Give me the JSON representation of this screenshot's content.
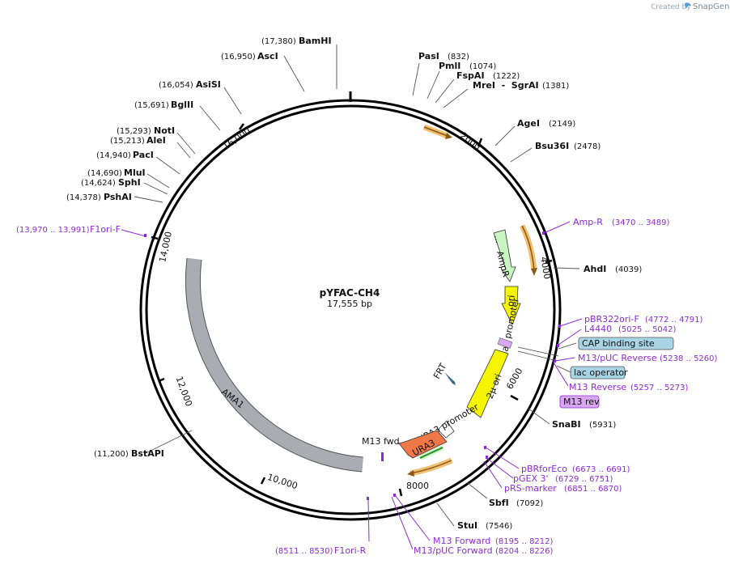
{
  "app": {
    "credit_prefix": "Created by",
    "credit_brand": "SnapGene"
  },
  "plasmid": {
    "name": "pYFAC-CH4",
    "length_label": "17,555 bp",
    "length": 17555
  },
  "ticks": [
    "2000",
    "4000",
    "6000",
    "8000",
    "10,000",
    "12,000",
    "14,000",
    "16,000"
  ],
  "enzymes": [
    {
      "name": "BamHI",
      "pos": "(17,380)"
    },
    {
      "name": "AscI",
      "pos": "(16,950)"
    },
    {
      "name": "AsiSI",
      "pos": "(16,054)"
    },
    {
      "name": "BglII",
      "pos": "(15,691)"
    },
    {
      "name": "NotI",
      "pos": "(15,293)"
    },
    {
      "name": "AleI",
      "pos": "(15,213)"
    },
    {
      "name": "PacI",
      "pos": "(14,940)"
    },
    {
      "name": "MluI",
      "pos": "(14,690)"
    },
    {
      "name": "SphI",
      "pos": "(14,624)"
    },
    {
      "name": "PshAI",
      "pos": "(14,378)"
    },
    {
      "name": "PasI",
      "pos": "(832)"
    },
    {
      "name": "PmlI",
      "pos": "(1074)"
    },
    {
      "name": "FspAI",
      "pos": "(1222)"
    },
    {
      "name": "MreI  -  SgrAI",
      "pos": "(1381)"
    },
    {
      "name": "AgeI",
      "pos": "(2149)"
    },
    {
      "name": "Bsu36I",
      "pos": "(2478)"
    },
    {
      "name": "AhdI",
      "pos": "(4039)"
    },
    {
      "name": "SnaBI",
      "pos": "(5931)"
    },
    {
      "name": "SbfI",
      "pos": "(7092)"
    },
    {
      "name": "StuI",
      "pos": "(7546)"
    },
    {
      "name": "BstAPI",
      "pos": "(11,200)"
    }
  ],
  "primers": [
    {
      "name": "F1ori-F",
      "pos": "(13,970 .. 13,991)"
    },
    {
      "name": "Amp-R",
      "pos": "(3470 .. 3489)"
    },
    {
      "name": "pBR322ori-F",
      "pos": "(4772 .. 4791)"
    },
    {
      "name": "L4440",
      "pos": "(5025 .. 5042)"
    },
    {
      "name": "M13/pUC Reverse",
      "pos": "(5238 .. 5260)"
    },
    {
      "name": "M13 Reverse",
      "pos": "(5257 .. 5273)"
    },
    {
      "name": "pBRforEco",
      "pos": "(6673 .. 6691)"
    },
    {
      "name": "pGEX 3'",
      "pos": "(6729 .. 6751)"
    },
    {
      "name": "pRS-marker",
      "pos": "(6851 .. 6870)"
    },
    {
      "name": "M13 Forward",
      "pos": "(8195 .. 8212)"
    },
    {
      "name": "M13/pUC Forward",
      "pos": "(8204 .. 8226)"
    },
    {
      "name": "F1ori-R",
      "pos": "(8511 .. 8530)"
    }
  ],
  "boxed_features": [
    {
      "name": "CAP binding site",
      "fill": "#a8d4e6"
    },
    {
      "name": "lac operator",
      "fill": "#a8d4e6"
    },
    {
      "name": "M13 rev",
      "fill": "#d9a6f0"
    }
  ],
  "features": {
    "ampr": "AmpR",
    "ori": "ori",
    "lac_promoter": "lac promoter",
    "two_micron": "2μ ori",
    "frt": "FRT",
    "ura3_promoter": "URA3 promoter",
    "ura3": "URA3",
    "m13_fwd": "M13 fwd",
    "ama1": "AMA1"
  },
  "colors": {
    "backbone": "#000000",
    "primer": "#8b2bd6",
    "ampr": "#c8f5c0",
    "ori": "#f5f500",
    "ura3": "#f07848",
    "ama1": "#a9adb3",
    "orf_fill": "#f0c070",
    "orf_stroke": "#8a5a14"
  }
}
